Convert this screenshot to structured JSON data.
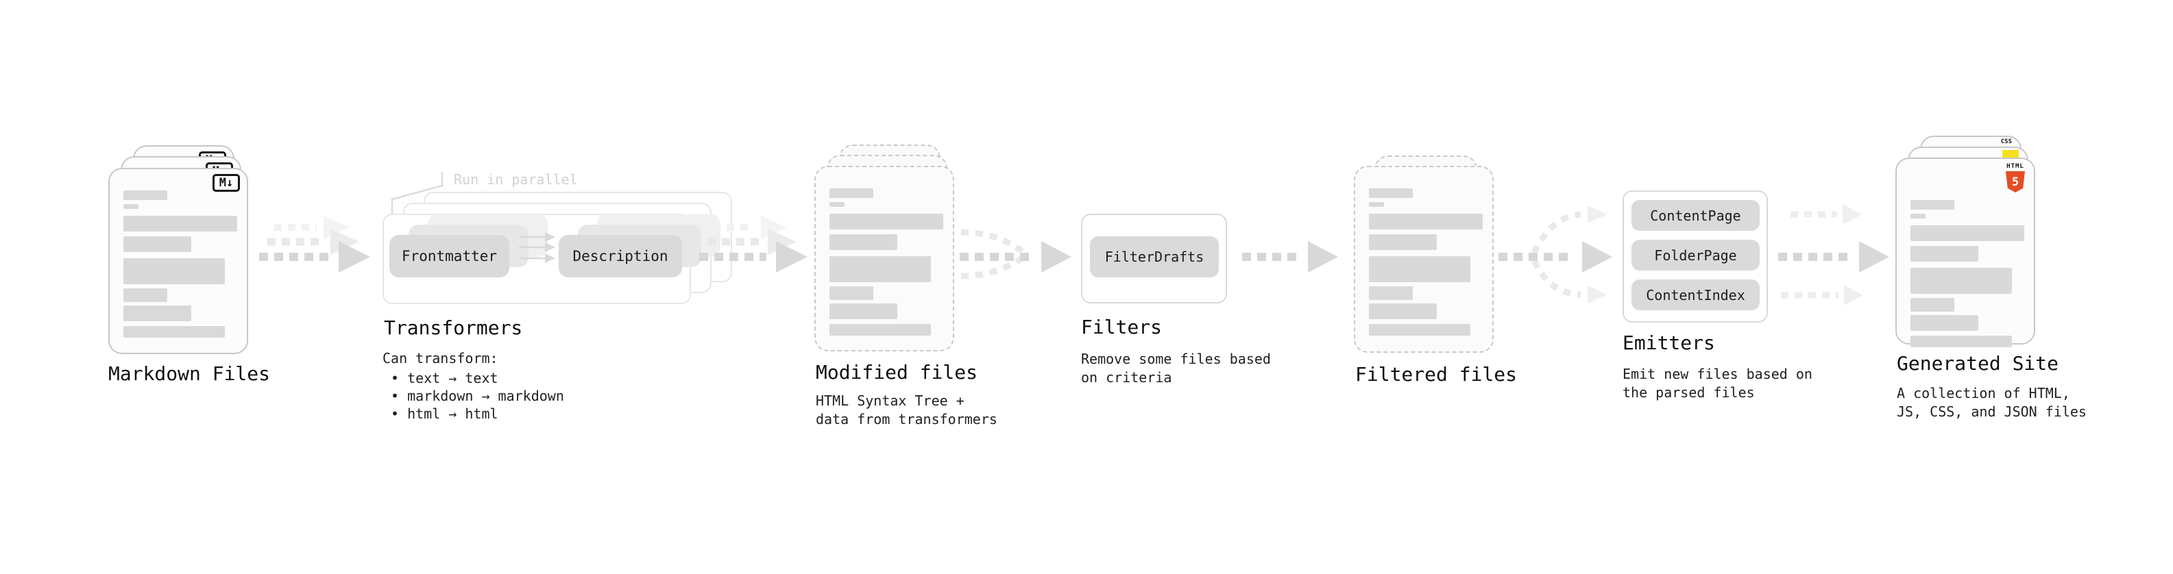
{
  "markdown_files": {
    "label": "Markdown Files",
    "badge": "M↓"
  },
  "transformers": {
    "title": "Transformers",
    "annotation": "Run in parallel",
    "pill_from": "Frontmatter",
    "pill_to": "Description",
    "desc_heading": "Can transform:",
    "bullets": [
      "• text → text",
      "• markdown → markdown",
      "• html → html"
    ]
  },
  "modified_files": {
    "label": "Modified files",
    "desc_line1": "HTML Syntax Tree +",
    "desc_line2": "data from transformers"
  },
  "filters": {
    "title": "Filters",
    "pill": "FilterDrafts",
    "desc_line1": "Remove some files based",
    "desc_line2": "on criteria"
  },
  "filtered_files": {
    "label": "Filtered files"
  },
  "emitters": {
    "title": "Emitters",
    "pills": [
      "ContentPage",
      "FolderPage",
      "ContentIndex"
    ],
    "desc_line1": "Emit new files based on",
    "desc_line2": "the parsed files"
  },
  "generated_site": {
    "label": "Generated Site",
    "desc_line1": "A collection of HTML,",
    "desc_line2": "JS, CSS, and JSON files",
    "css_badge": "CSS",
    "html_word": "HTML",
    "html_five": "5"
  },
  "colors": {
    "css_blue": "#2965f1",
    "js_yellow": "#f7df1e",
    "html_orange": "#e44d26",
    "bar_gray": "#d9d9d9",
    "pill_gray": "#dadada",
    "arrow_gray": "#d6d6d6"
  }
}
